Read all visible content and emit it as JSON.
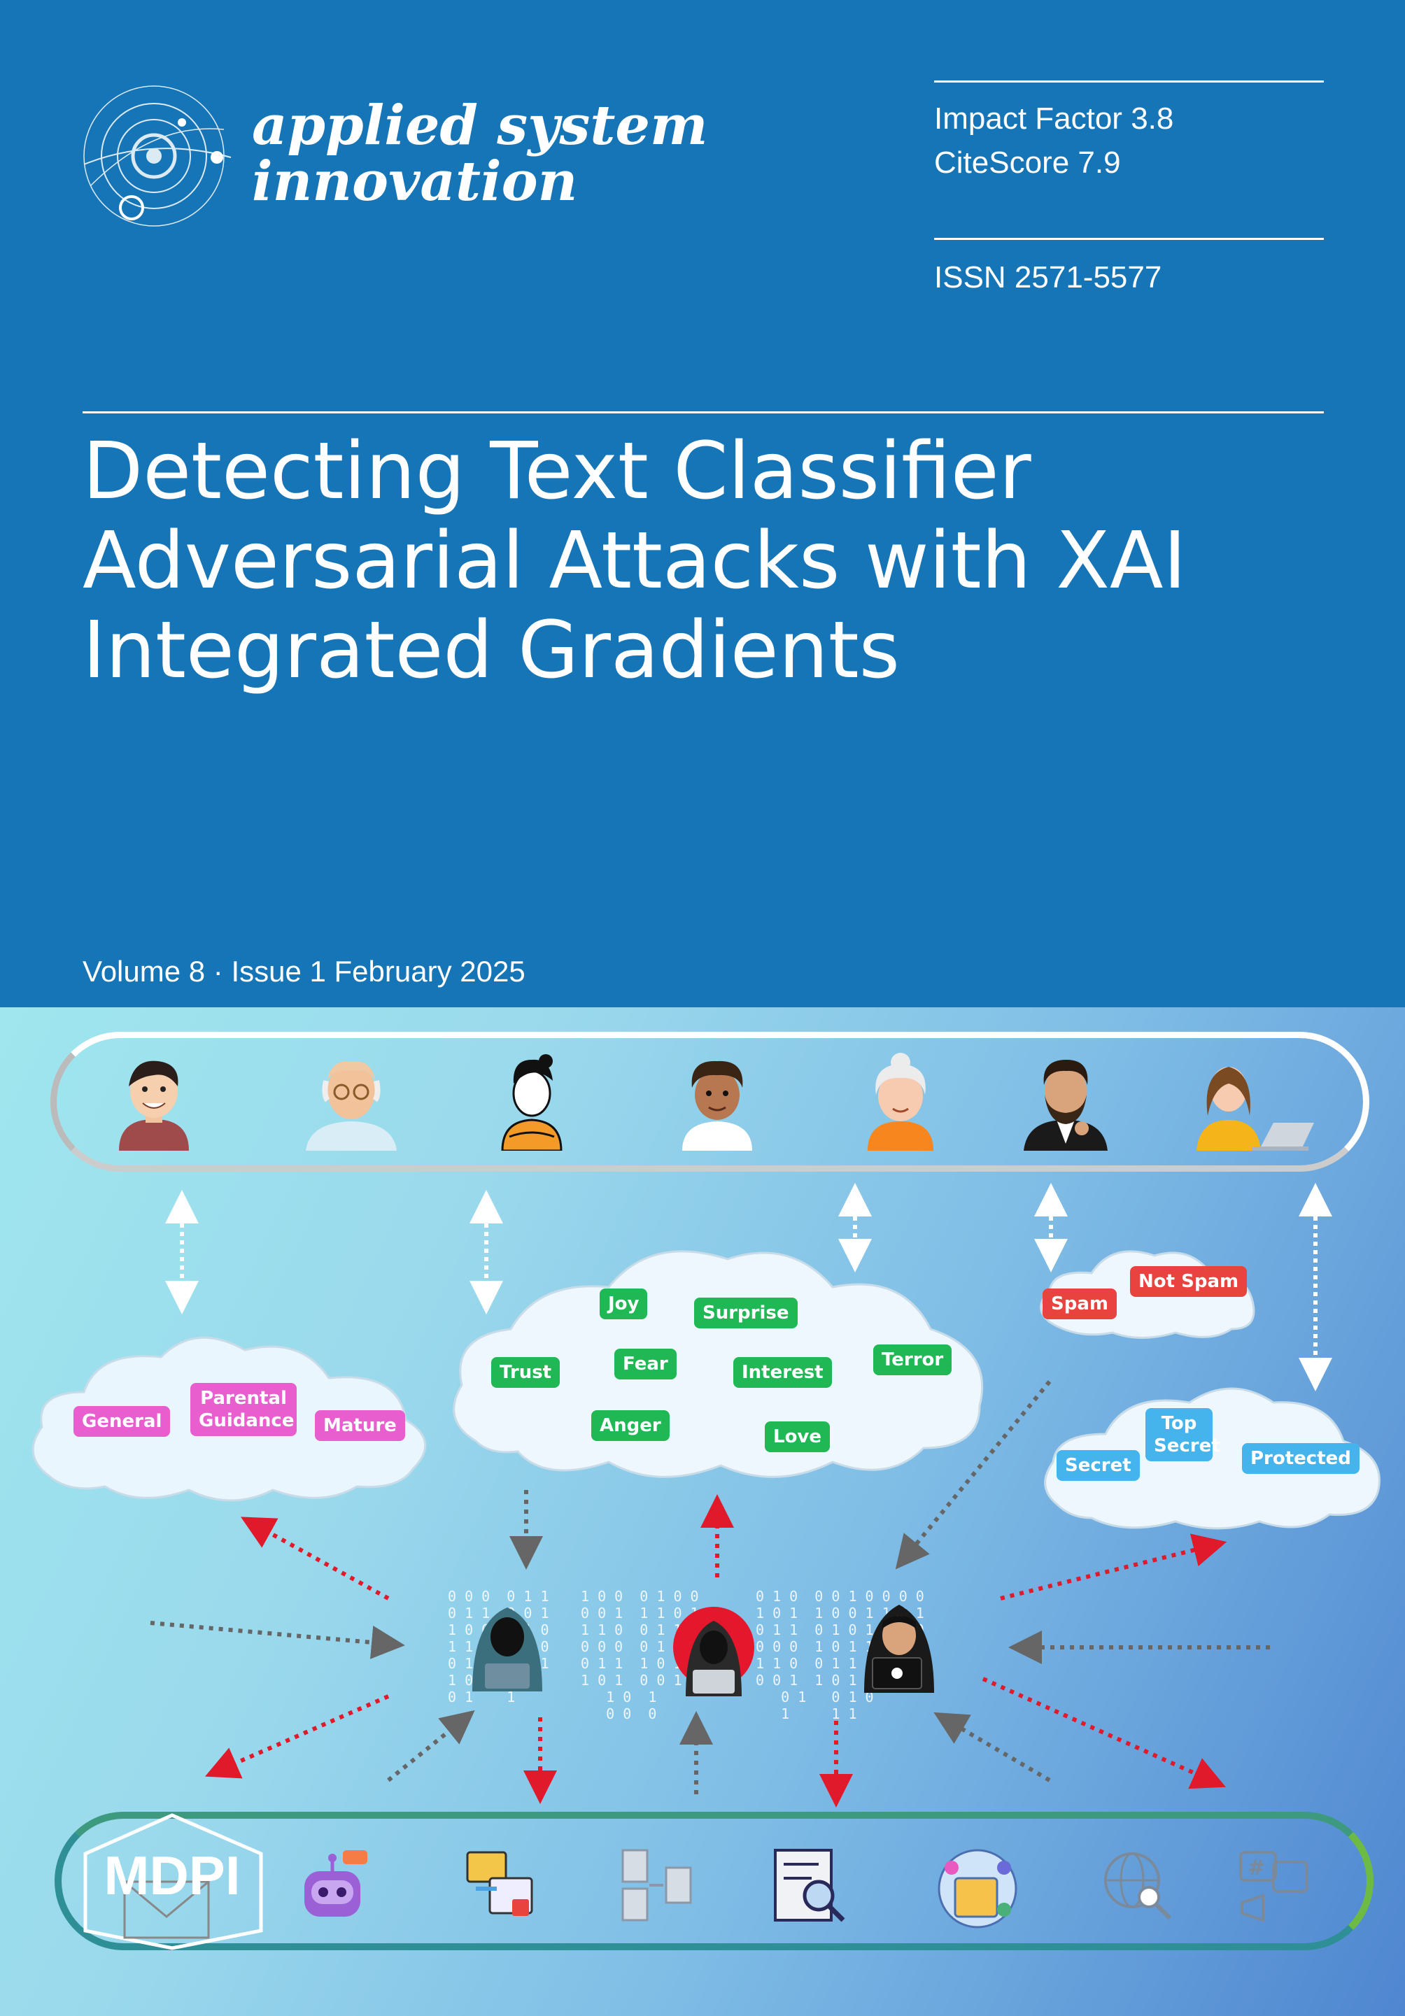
{
  "journal": {
    "name_line1": "applied system",
    "name_line2": "innovation"
  },
  "metrics": {
    "impact_factor": "Impact Factor 3.8",
    "citescore": "CiteScore 7.9",
    "issn": "ISSN 2571-5577"
  },
  "title": {
    "line1": "Detecting Text Classifier",
    "line2": "Adversarial Attacks with XAI",
    "line3": "Integrated Gradients"
  },
  "issue": "Volume 8 · Issue 1 February 2025",
  "clouds": {
    "ratings": [
      "General",
      "Parental Guidance",
      "Mature"
    ],
    "emotions": [
      "Joy",
      "Surprise",
      "Trust",
      "Fear",
      "Interest",
      "Terror",
      "Anger",
      "Love"
    ],
    "spam": [
      "Spam",
      "Not Spam"
    ],
    "security": [
      "Top Secret",
      "Secret",
      "Protected"
    ]
  },
  "publisher": "MDPI",
  "colors": {
    "header": "#1675b7",
    "tag_pink": "#e95ecf",
    "tag_green": "#1fb854",
    "tag_red": "#e8433f",
    "tag_blue": "#46b4ec"
  }
}
